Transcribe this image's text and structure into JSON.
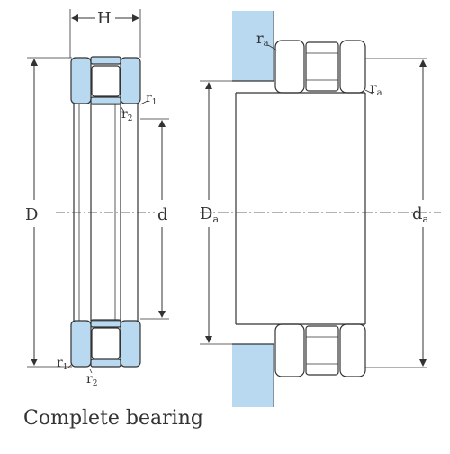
{
  "figure": {
    "caption": "Complete bearing",
    "left_view": {
      "dimensions": {
        "width": "H",
        "outer_diameter": "D",
        "bore_diameter": "d",
        "radius_top": "r",
        "radius_top_sub": "1",
        "radius_top_inner": "r",
        "radius_top_inner_sub": "2",
        "radius_bottom": "r",
        "radius_bottom_sub": "1",
        "radius_bottom_inner": "r",
        "radius_bottom_inner_sub": "2"
      }
    },
    "right_view": {
      "dimensions": {
        "housing_diameter": "D",
        "housing_diameter_sub": "a",
        "shaft_diameter": "d",
        "shaft_diameter_sub": "a",
        "housing_radius": "r",
        "housing_radius_sub": "a",
        "shaft_radius": "r",
        "shaft_radius_sub": "a"
      }
    },
    "colors": {
      "section_fill": "#b9d9f1",
      "line": "#333333"
    }
  }
}
